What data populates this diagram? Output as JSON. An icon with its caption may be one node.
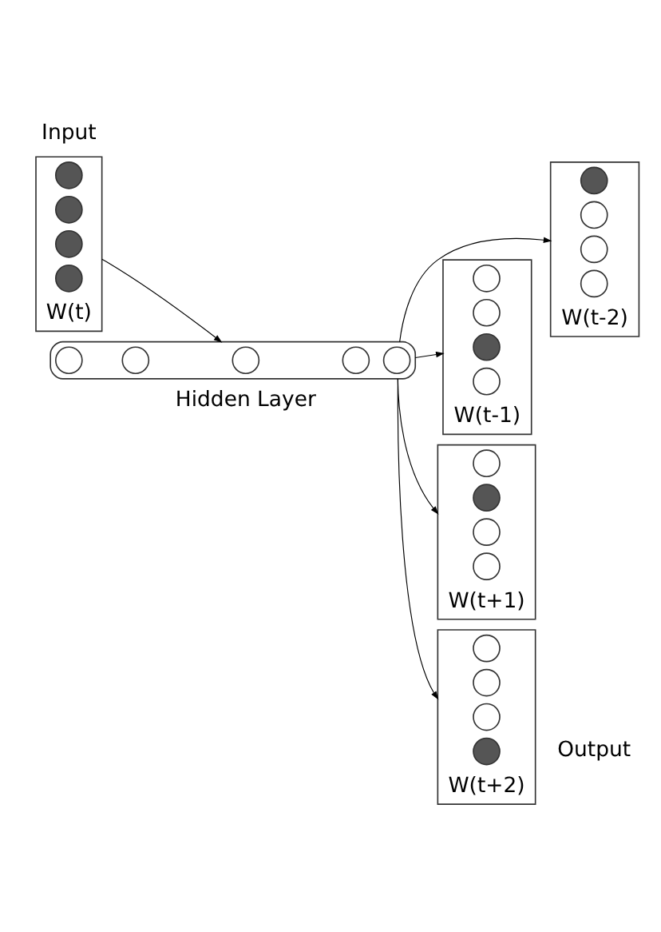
{
  "diagram": {
    "nodes": [
      {
        "text": [],
        "shape": "box",
        "beside": [
          "W(t)"
        ]
      },
      {
        "text": [],
        "shape": "dot",
        "in": 0
      },
      {
        "text": [],
        "shape": "dot",
        "in": 0
      },
      {
        "text": [],
        "shape": "dot",
        "in": 0
      },
      {
        "text": [],
        "shape": "dot",
        "in": 0
      },
      {
        "text": [],
        "shape": "ellipse"
      },
      {
        "text": [],
        "shape": "circle",
        "in": 5
      },
      {
        "text": [],
        "shape": "circle",
        "in": 5
      },
      {
        "text": [],
        "shape": "circle",
        "in": 5
      },
      {
        "text": [],
        "shape": "circle",
        "in": 5
      },
      {
        "text": [],
        "shape": "circle",
        "in": 5
      },
      {
        "text": [],
        "shape": "box",
        "beside": [
          "W(t-2)"
        ]
      },
      {
        "text": [],
        "shape": "dot",
        "in": 11
      },
      {
        "text": [],
        "shape": "circle",
        "in": 11
      },
      {
        "text": [],
        "shape": "circle",
        "in": 11
      },
      {
        "text": [],
        "shape": "circle",
        "in": 11
      },
      {
        "text": [],
        "shape": "box",
        "beside": [
          "W(t-1)"
        ]
      },
      {
        "text": [],
        "shape": "circle",
        "in": 16
      },
      {
        "text": [],
        "shape": "circle",
        "in": 16
      },
      {
        "text": [],
        "shape": "dot",
        "in": 16
      },
      {
        "text": [],
        "shape": "circle",
        "in": 16
      },
      {
        "text": [],
        "shape": "box",
        "beside": [
          "W(t+1)"
        ]
      },
      {
        "text": [],
        "shape": "circle",
        "in": 21
      },
      {
        "text": [],
        "shape": "dot",
        "in": 21
      },
      {
        "text": [],
        "shape": "circle",
        "in": 21
      },
      {
        "text": [],
        "shape": "circle",
        "in": 21
      },
      {
        "text": [],
        "shape": "box",
        "beside": [
          "W(t+2)"
        ]
      },
      {
        "text": [],
        "shape": "circle",
        "in": 26
      },
      {
        "text": [],
        "shape": "circle",
        "in": 26
      },
      {
        "text": [],
        "shape": "circle",
        "in": 26
      },
      {
        "text": [],
        "shape": "dot",
        "in": 26
      }
    ],
    "edges": [
      {
        "from": 0,
        "to": 5,
        "arrow": "to"
      },
      {
        "from": 5,
        "to": 11,
        "arrow": "to"
      },
      {
        "from": 5,
        "to": 16,
        "arrow": "to"
      },
      {
        "from": 5,
        "to": 21,
        "arrow": "to"
      },
      {
        "from": 5,
        "to": 26,
        "arrow": "to"
      }
    ],
    "labels": [
      "Input",
      "Hidden Layer",
      "Output"
    ]
  }
}
